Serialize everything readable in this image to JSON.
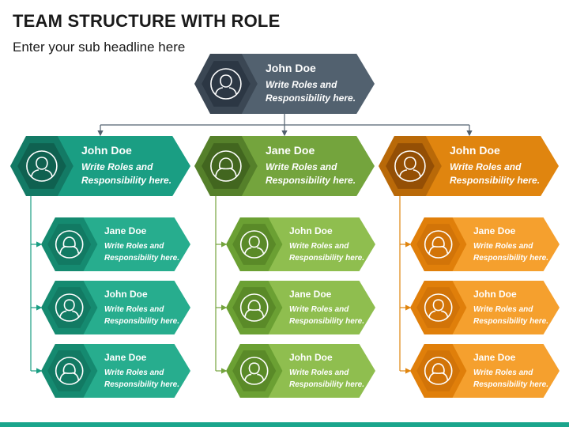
{
  "title": "TEAM STRUCTURE WITH ROLE",
  "subtitle": "Enter your sub headline here",
  "colors": {
    "top": {
      "light": "#52616f",
      "dark": "#3b4754",
      "icon": "#2c3744"
    },
    "teal": {
      "light": "#1a9e83",
      "dark": "#137a65",
      "icon": "#0f6150"
    },
    "green": {
      "light": "#74a43d",
      "dark": "#55802a",
      "icon": "#42661f"
    },
    "orange": {
      "light": "#e0850f",
      "dark": "#b96908",
      "icon": "#944f05"
    },
    "teal_child": {
      "light": "#27ad8e",
      "dark": "#158a70",
      "icon": "#127a63"
    },
    "green_child": {
      "light": "#8fbe4f",
      "dark": "#6ba033",
      "icon": "#5a8a28"
    },
    "orange_child": {
      "light": "#f5a02e",
      "dark": "#e07f0a",
      "icon": "#d27408"
    }
  },
  "chart": {
    "root": {
      "name": "John Doe",
      "role": "Write Roles and Responsibility here.",
      "icon": "person-icon"
    },
    "branches": [
      {
        "name": "John Doe",
        "role": "Write Roles and Responsibility here.",
        "icon": "person-icon",
        "children": [
          {
            "name": "Jane Doe",
            "role": "Write Roles and Responsibility here.",
            "icon": "woman-icon"
          },
          {
            "name": "John Doe",
            "role": "Write Roles and Responsibility here.",
            "icon": "person-icon"
          },
          {
            "name": "Jane Doe",
            "role": "Write Roles and Responsibility here.",
            "icon": "woman-icon"
          }
        ]
      },
      {
        "name": "Jane Doe",
        "role": "Write Roles and Responsibility here.",
        "icon": "woman-icon",
        "children": [
          {
            "name": "John Doe",
            "role": "Write Roles and Responsibility here.",
            "icon": "person-icon"
          },
          {
            "name": "Jane Doe",
            "role": "Write Roles and Responsibility here.",
            "icon": "woman-icon"
          },
          {
            "name": "John Doe",
            "role": "Write Roles and Responsibility here.",
            "icon": "person-icon"
          }
        ]
      },
      {
        "name": "John Doe",
        "role": "Write Roles and Responsibility here.",
        "icon": "person-icon",
        "children": [
          {
            "name": "Jane Doe",
            "role": "Write Roles and Responsibility here.",
            "icon": "woman-icon"
          },
          {
            "name": "John Doe",
            "role": "Write Roles and Responsibility here.",
            "icon": "person-icon"
          },
          {
            "name": "Jane Doe",
            "role": "Write Roles and Responsibility here.",
            "icon": "woman-icon"
          }
        ]
      }
    ]
  }
}
